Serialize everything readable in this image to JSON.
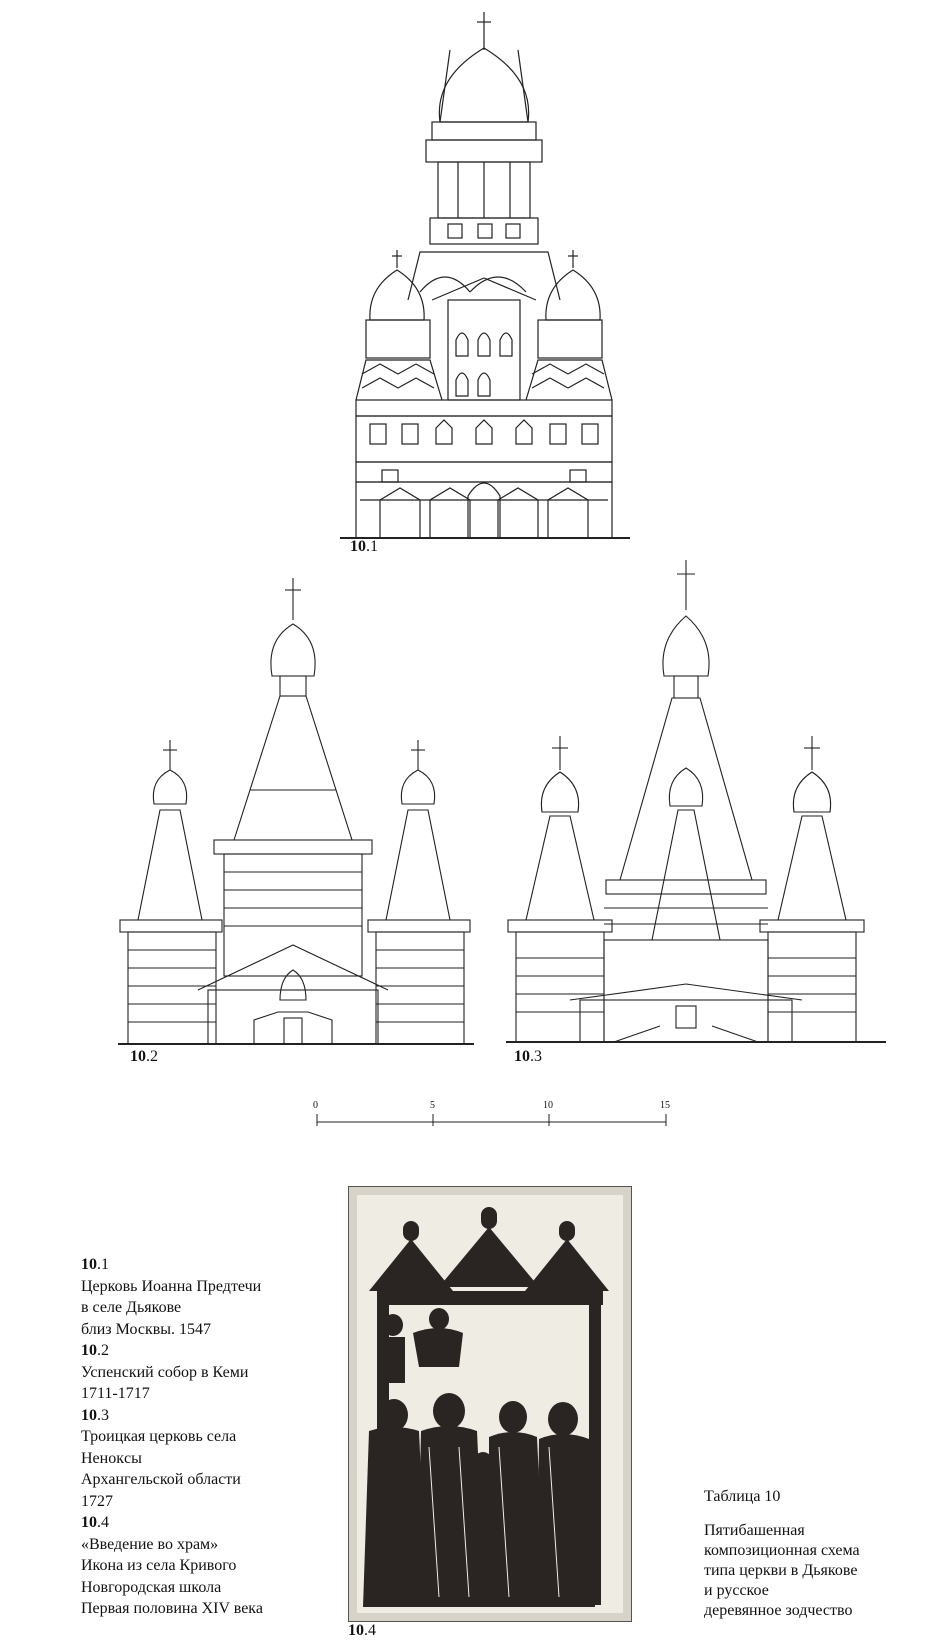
{
  "figures": {
    "f1": {
      "num": "10",
      "sub": ".1"
    },
    "f2": {
      "num": "10",
      "sub": ".2"
    },
    "f3": {
      "num": "10",
      "sub": ".3"
    },
    "f4": {
      "num": "10",
      "sub": ".4"
    }
  },
  "scale": {
    "ticks": [
      "0",
      "5",
      "10",
      "15"
    ]
  },
  "captions": [
    {
      "num": "10",
      "sub": ".1",
      "lines": [
        "Церковь Иоанна Предтечи",
        "в селе Дьякове",
        "близ Москвы. 1547"
      ]
    },
    {
      "num": "10",
      "sub": ".2",
      "lines": [
        "Успенский собор в Кеми",
        "1711-1717"
      ]
    },
    {
      "num": "10",
      "sub": ".3",
      "lines": [
        "Троицкая церковь села",
        "Ненокcы",
        "Архангельской  области",
        "1727"
      ]
    },
    {
      "num": "10",
      "sub": ".4",
      "lines": [
        "«Введение во храм»",
        "Икона из села Кривого",
        "Новгородская школа",
        "Первая половина XIV века"
      ]
    }
  ],
  "table_note": {
    "title": "Таблица 10",
    "lines": [
      "Пятибашенная",
      "композиционная  схема",
      "типа церкви в Дьякове",
      "и русское",
      "деревянное  зодчество"
    ]
  }
}
